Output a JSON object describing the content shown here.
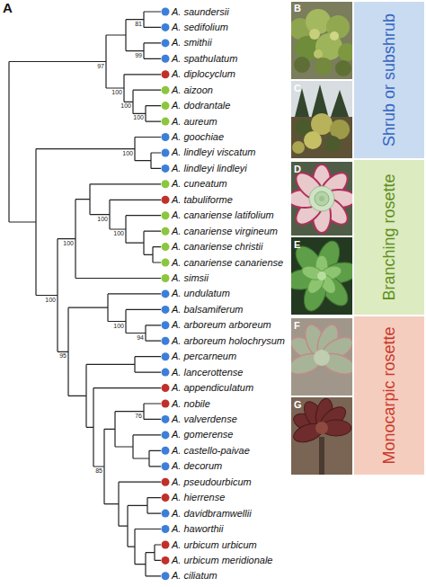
{
  "diagram": {
    "nodes": [
      {
        "text": [
          "Shrub or subshrub"
        ]
      },
      {
        "text": [
          "Branching rosette"
        ]
      },
      {
        "text": [
          "Monocarpic rosette"
        ]
      }
    ],
    "labels": [
      "A",
      "A. saundersii",
      "A. sedifolium",
      "A. smithii",
      "A. spathulatum",
      "A. diplocyclum",
      "A. aizoon",
      "A. dodrantale",
      "A. aureum",
      "A. goochiae",
      "A. lindleyi viscatum",
      "A. lindleyi lindleyi",
      "A. cuneatum",
      "A. tabuliforme",
      "A. canariense latifolium",
      "A. canariense virgineum",
      "A. canariense christii",
      "A. canariense canariense",
      "A. simsii",
      "A. undulatum",
      "A. balsamiferum",
      "A. arboreum arboreum",
      "A. arboreum holochrysum",
      "A. percarneum",
      "A. lancerottense",
      "A. appendiculatum",
      "A. nobile",
      "A. valverdense",
      "A. gomerense",
      "A. castello-paivae",
      "A. decorum",
      "A. pseudourbicum",
      "A. hierrense",
      "A. davidbramwellii",
      "A. haworthii",
      "A. urbicum urbicum",
      "A. urbicum meridionale",
      "A. ciliatum",
      "81",
      "99",
      "97",
      "100",
      "100",
      "100",
      "100",
      "100",
      "100",
      "100",
      "100",
      "100",
      "94",
      "95",
      "76",
      "85",
      "B",
      "C",
      "D",
      "E",
      "F",
      "G"
    ]
  }
}
